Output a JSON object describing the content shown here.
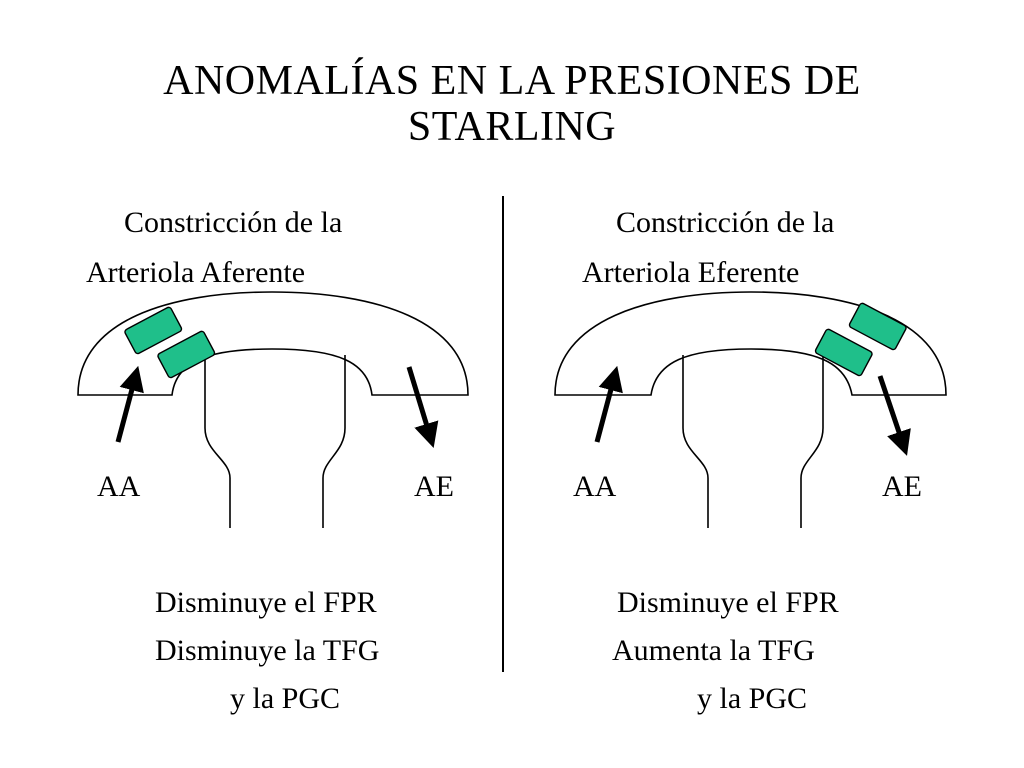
{
  "title": {
    "line1": "ANOMALÍAS EN LA PRESIONES DE",
    "line2": "STARLING"
  },
  "left": {
    "heading_line1": "Constricción de la",
    "heading_line2": "Arteriola Aferente",
    "label_aa": "AA",
    "label_ae": "AE",
    "result_line1": "Disminuye el FPR",
    "result_line2": "Disminuye la TFG",
    "result_line3": "y la PGC"
  },
  "right": {
    "heading_line1": "Constricción de la",
    "heading_line2": "Arteriola Eferente",
    "label_aa": "AA",
    "label_ae": "AE",
    "result_line1": "Disminuye el FPR",
    "result_line2": "Aumenta la TFG",
    "result_line3": "y la PGC"
  },
  "colors": {
    "constriction_fill": "#1fbf8a",
    "stroke": "#000000"
  }
}
